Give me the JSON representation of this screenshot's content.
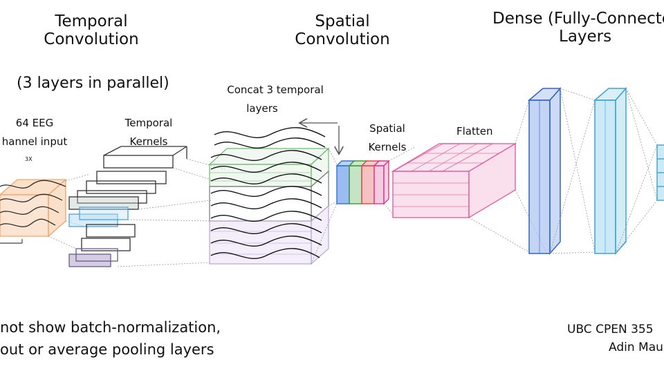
{
  "headers": {
    "temporal_line1": "Temporal",
    "temporal_line2": "Convolution",
    "parallel_note": "(3 layers in parallel)",
    "spatial_line1": "Spatial",
    "spatial_line2": "Convolution",
    "dense_line1": "Dense (Fully-Connected",
    "dense_line2": "Layers"
  },
  "labels": {
    "eeg_line1": "64 EEG",
    "eeg_line2": "hannel input",
    "eeg_repeat": "3X",
    "temporal_kernels_line1": "Temporal",
    "temporal_kernels_line2": "Kernels",
    "concat_line1": "Concat 3 temporal",
    "concat_line2": "layers",
    "spatial_kernels_line1": "Spatial",
    "spatial_kernels_line2": "Kernels",
    "flatten": "Flatten"
  },
  "footnote": {
    "line1": "not show batch-normalization,",
    "line2": "out or average pooling layers"
  },
  "credit": {
    "line1": "UBC CPEN 355",
    "line2": "Adin Mau"
  },
  "colors": {
    "eeg": "#f2a46b",
    "temporal_dark": "#333333",
    "temporal_blue": "#4aa3e0",
    "temporal_purple": "#6a5a8c",
    "concat_green": "#6dbb6d",
    "concat_purple": "#b9a6d9",
    "spatial_blue": "#2f6fd8",
    "spatial_green": "#3a9a3a",
    "spatial_red": "#e04848",
    "spatial_pink": "#d93a8c",
    "flatten_pink": "#e0559a",
    "dense1": "#2f63c8",
    "dense2": "#3aa3d8",
    "dense3": "#3aa3d8"
  }
}
